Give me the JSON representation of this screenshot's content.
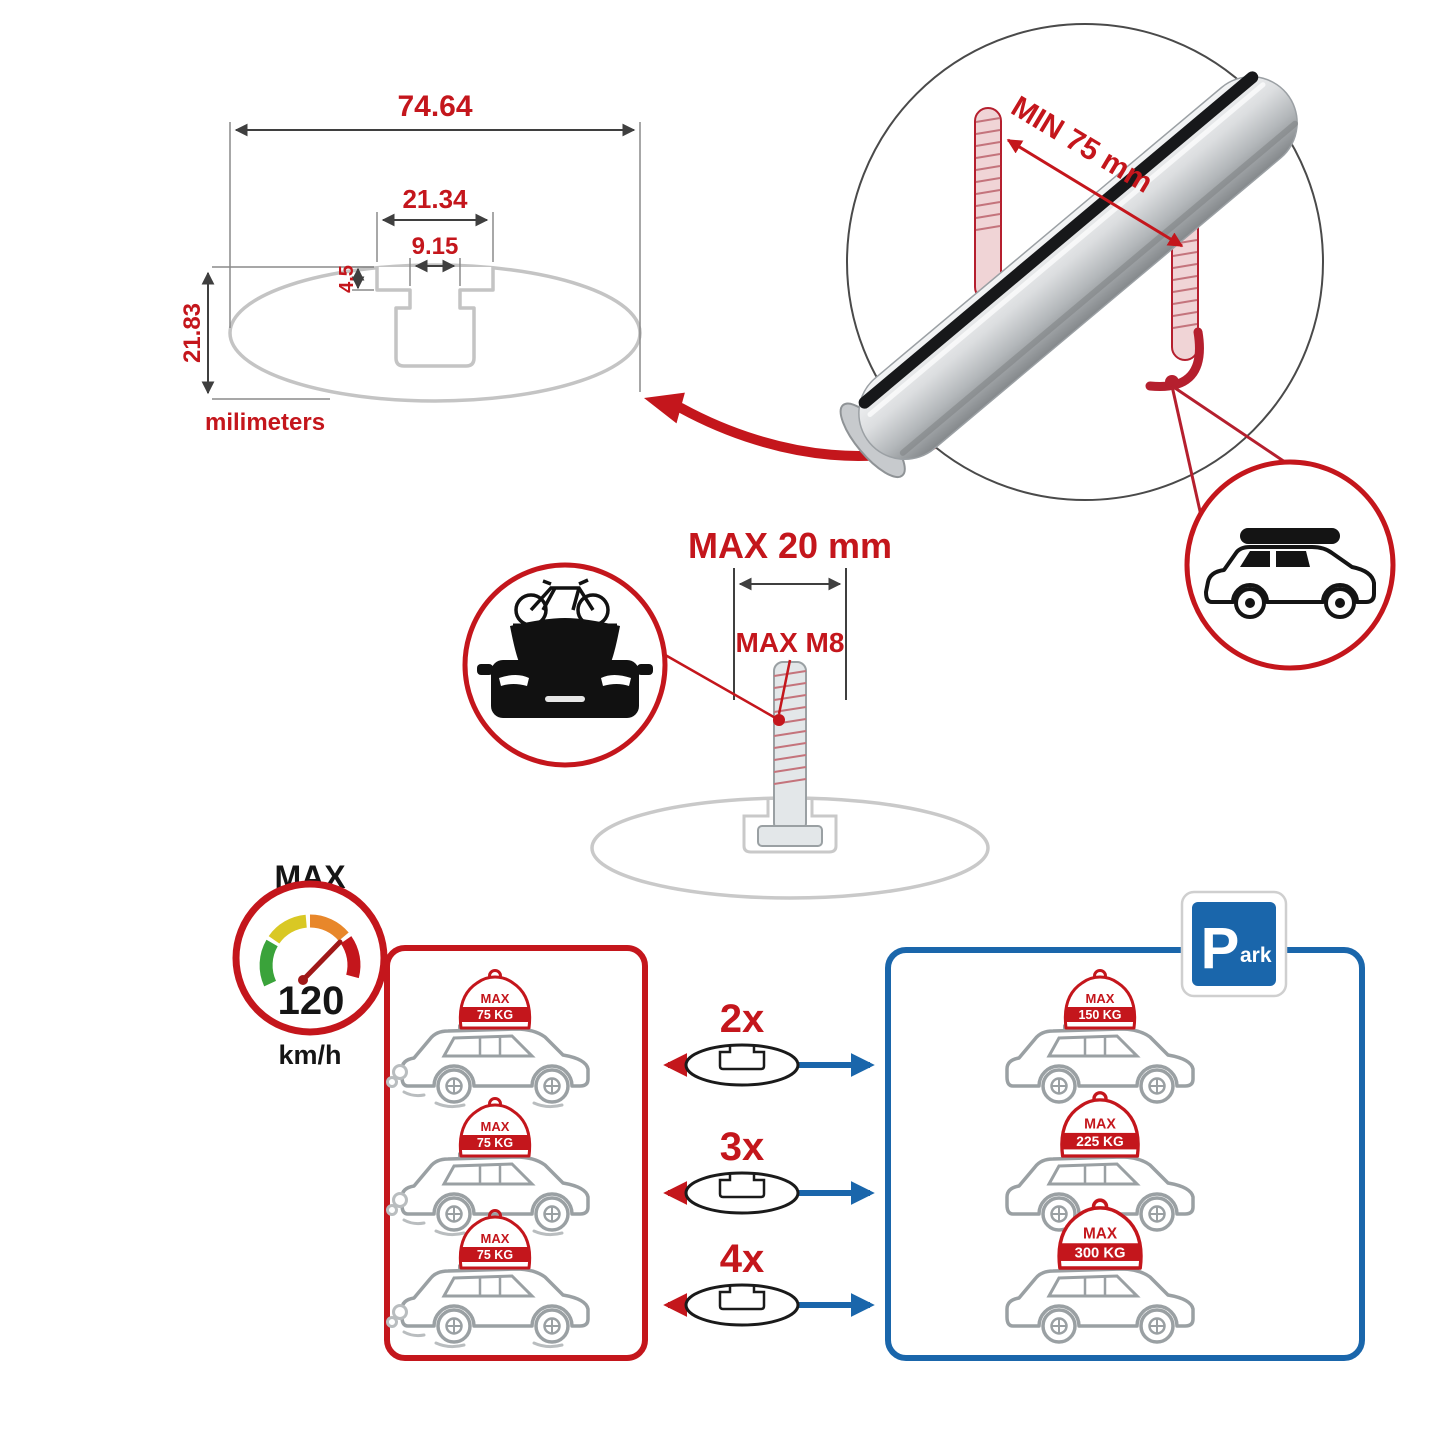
{
  "colors": {
    "accent_red": "#c4161c",
    "accent_blue": "#1a66ab",
    "profile_gray": "#c4c4c4",
    "car_gray": "#9aa0a3"
  },
  "profile_drawing": {
    "total_width": "74.64",
    "channel_outer_width": "21.34",
    "channel_opening_width": "9.15",
    "lip_depth": "4.5",
    "total_height": "21.83",
    "units_label": "milimeters"
  },
  "clamp_detail": {
    "min_grip_label": "MIN 75 mm"
  },
  "bolt_detail": {
    "max_length_label": "MAX 20 mm",
    "max_thread_label": "MAX M8"
  },
  "speed_gauge": {
    "title": "MAX",
    "value": "120",
    "unit": "km/h"
  },
  "driving_panel": {
    "cars": [
      {
        "load_title": "MAX",
        "load_weight": "75 KG"
      },
      {
        "load_title": "MAX",
        "load_weight": "75 KG"
      },
      {
        "load_title": "MAX",
        "load_weight": "75 KG"
      }
    ]
  },
  "bar_quantity_rows": [
    {
      "label": "2x"
    },
    {
      "label": "3x"
    },
    {
      "label": "4x"
    }
  ],
  "parked_panel": {
    "cars": [
      {
        "load_title": "MAX",
        "load_weight": "150 KG"
      },
      {
        "load_title": "MAX",
        "load_weight": "225 KG"
      },
      {
        "load_title": "MAX",
        "load_weight": "300 KG"
      }
    ]
  },
  "park_sign": {
    "letter": "P",
    "suffix": "ark"
  }
}
